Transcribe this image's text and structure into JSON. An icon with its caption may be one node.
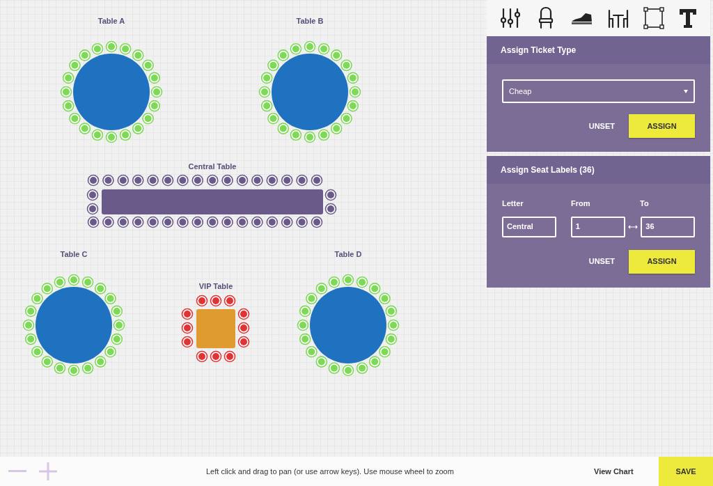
{
  "diagram": {
    "nodes": [
      {
        "text": [
          "Table A"
        ]
      },
      {
        "text": [
          "Table B"
        ]
      },
      {
        "text": [
          "Central Table"
        ]
      },
      {
        "text": [
          "Table C"
        ]
      },
      {
        "text": [
          "VIP Table"
        ]
      },
      {
        "text": [
          "Table D"
        ]
      }
    ],
    "labels": [
      "Assign Ticket Type",
      "Cheap",
      "UNSET",
      "ASSIGN",
      "Assign Seat Labels (36)",
      "Letter",
      "From",
      "To",
      "Central",
      "1",
      "36",
      "UNSET",
      "ASSIGN",
      "Left click and drag to pan (or use arrow keys). Use mouse wheel to zoom",
      "View Chart",
      "SAVE"
    ]
  }
}
